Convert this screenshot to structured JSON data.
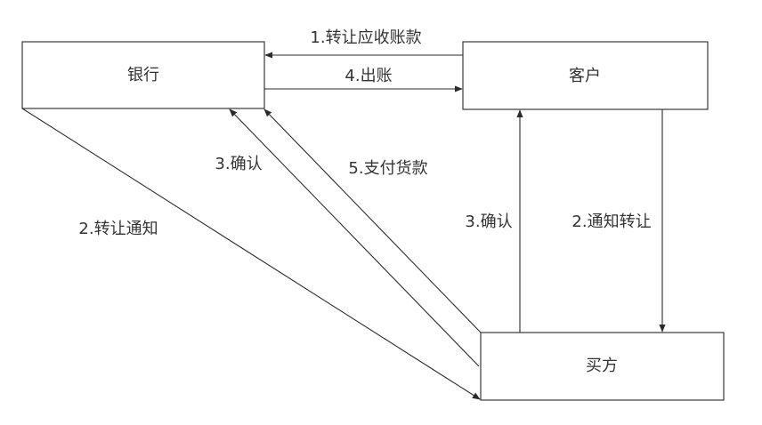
{
  "nodes": {
    "bank": "银行",
    "customer": "客户",
    "buyer": "买方"
  },
  "edges": {
    "transfer_receivables": "1.转让应收账款",
    "disburse": "4.出账",
    "confirm_to_bank": "3.确认",
    "pay_for_goods": "5.支付货款",
    "transfer_notice": "2.转让通知",
    "confirm_to_customer": "3.确认",
    "notify_transfer": "2.通知转让"
  }
}
